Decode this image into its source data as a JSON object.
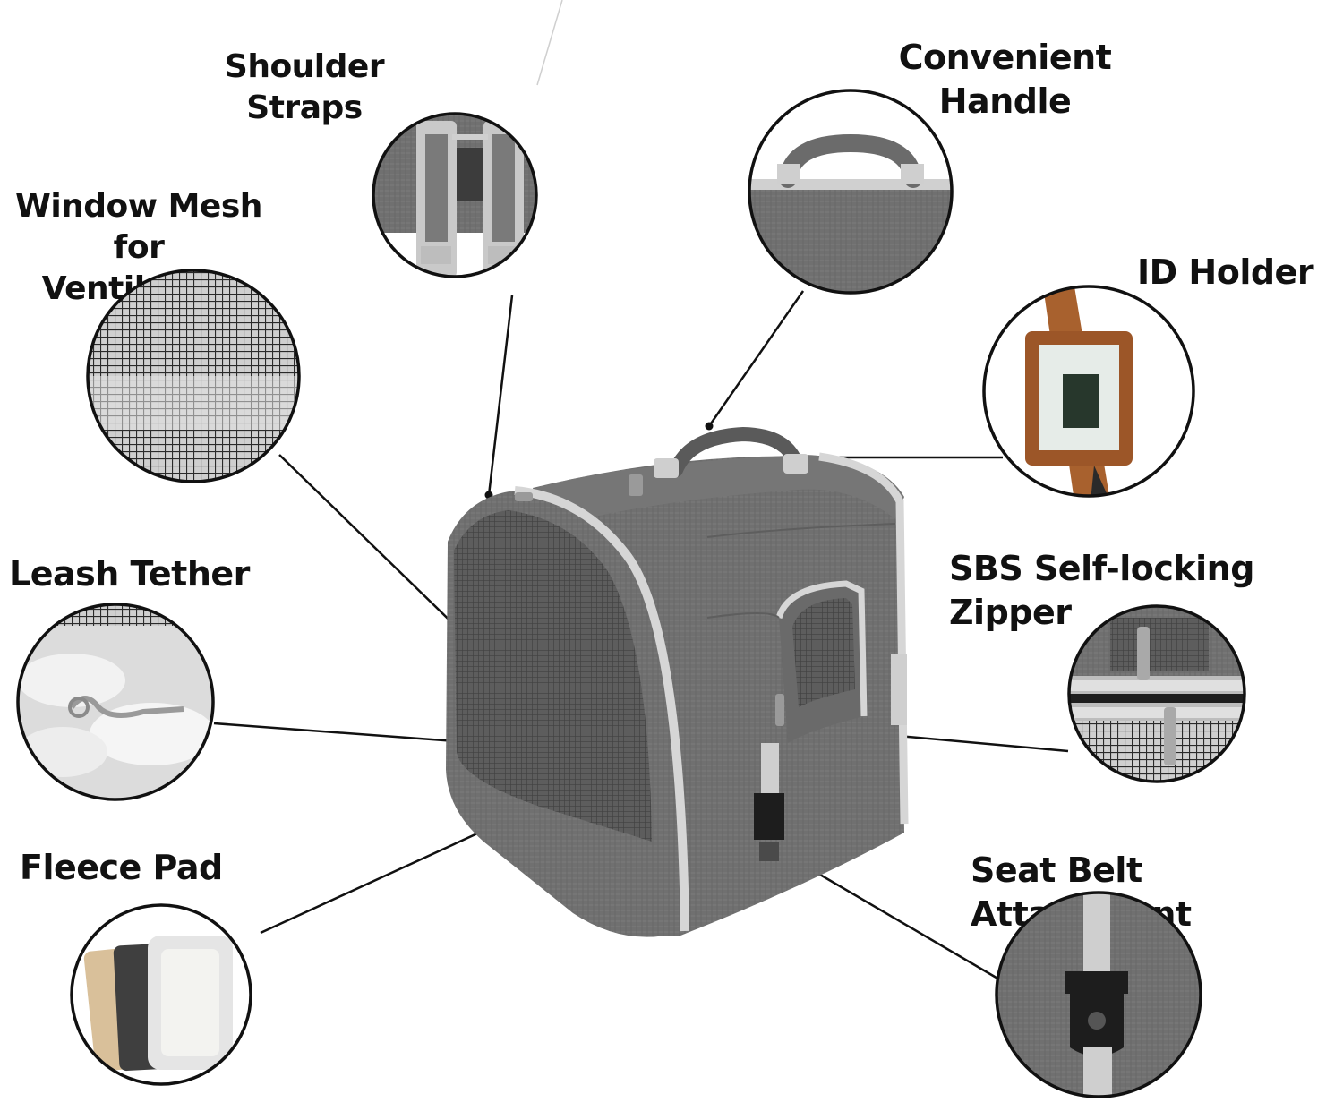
{
  "features": {
    "shoulder_straps": "Shoulder Straps",
    "window_mesh_line1": "Window Mesh for",
    "window_mesh_line2": "Ventilation",
    "leash_tether": "Leash Tether",
    "fleece_pad": "Fleece Pad",
    "handle_line1": "Convenient",
    "handle_line2": "Handle",
    "id_holder": "ID Holder",
    "zipper": "SBS Self-locking Zipper",
    "seat_belt": "Seat Belt Attachment"
  },
  "colors": {
    "fabric": "#6e6e6e",
    "trim": "#d4d4d4",
    "leather": "#a8612e"
  }
}
